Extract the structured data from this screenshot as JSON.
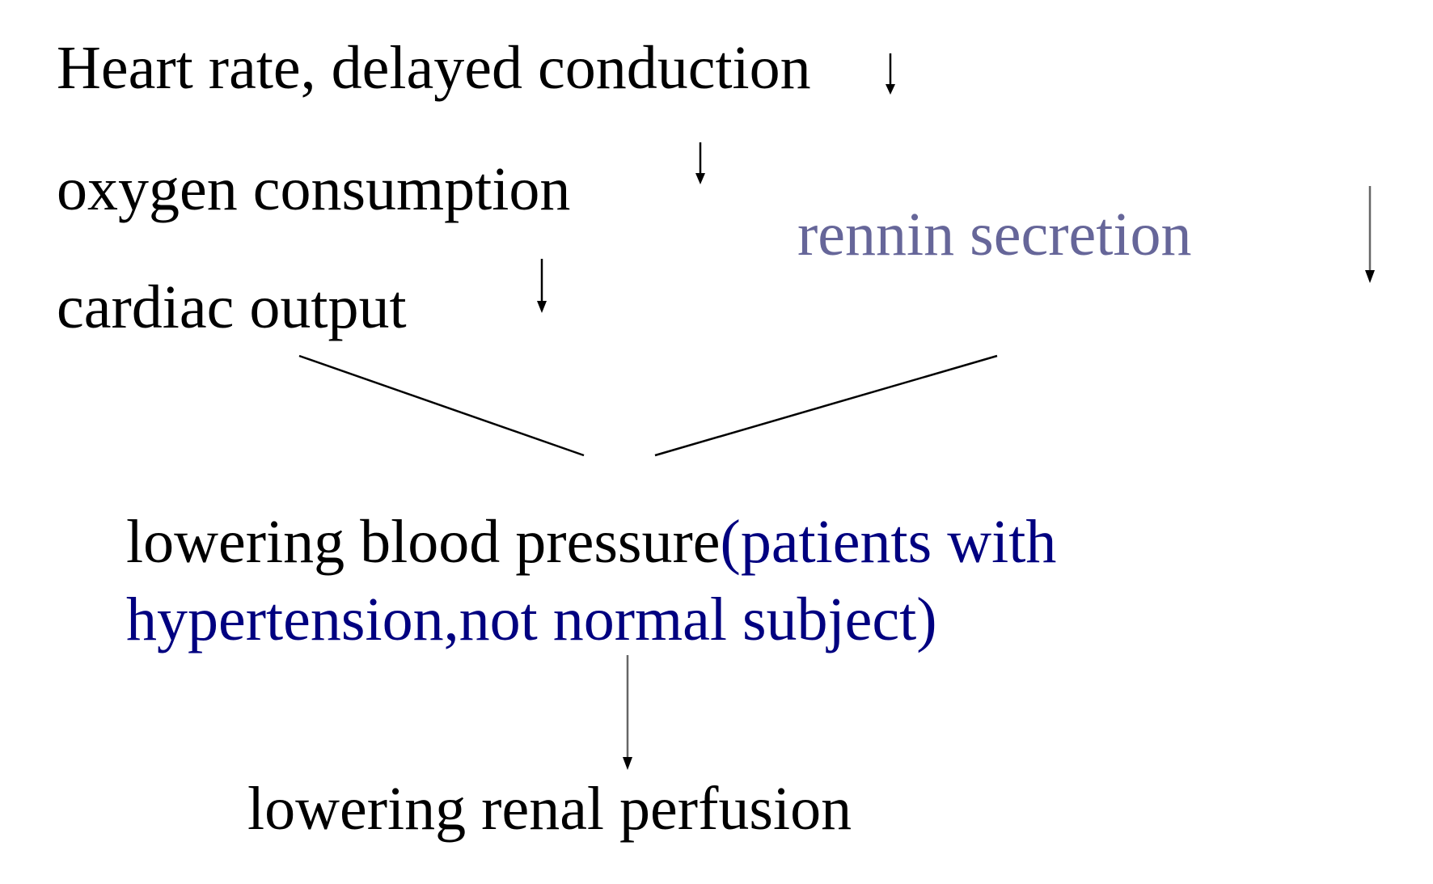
{
  "diagram": {
    "heart_rate_text": "Heart rate, delayed conduction",
    "oxygen_text": "oxygen consumption",
    "cardiac_text": "cardiac output",
    "rennin_text": "rennin secretion",
    "lowering_bp_text": "lowering blood pressure",
    "lowering_bp_note_part1": "(patients with",
    "lowering_bp_note_part2": "hypertension,not normal subject)",
    "renal_text": "lowering renal perfusion"
  },
  "colors": {
    "text": "#000000",
    "note_blue": "#000080",
    "rennin_slate": "#666699"
  }
}
